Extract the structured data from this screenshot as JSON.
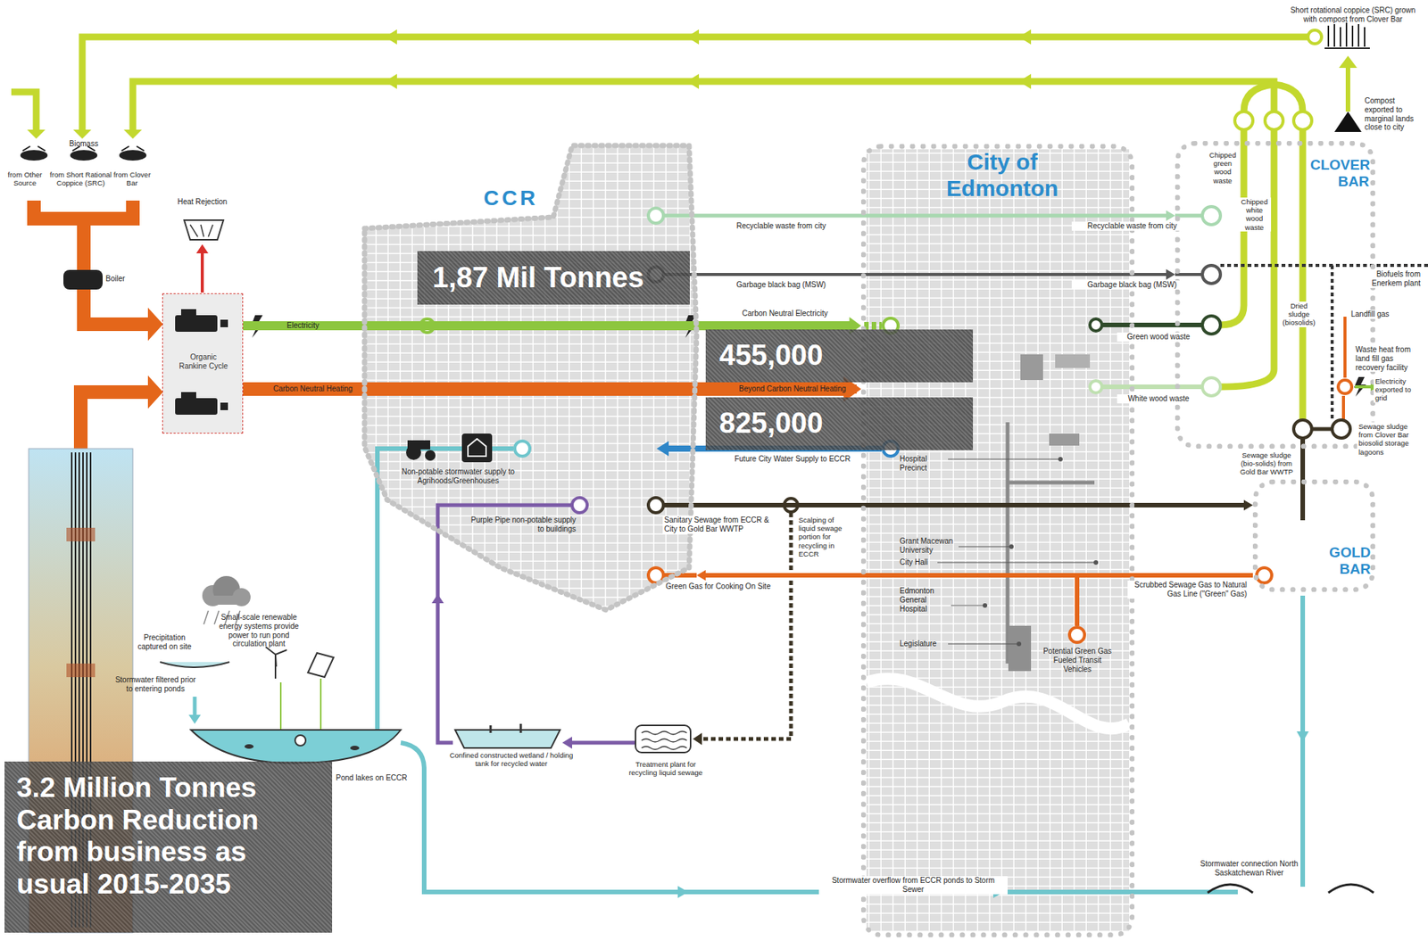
{
  "diagram": {
    "nodes": [
      {
        "text": [
          "CCR"
        ]
      },
      {
        "text": [
          "City of Edmonton"
        ]
      },
      {
        "text": [
          "CLOVER BAR"
        ]
      },
      {
        "text": [
          "GOLD BAR"
        ]
      },
      {
        "text": [
          "Organic Rankine Cycle"
        ]
      },
      {
        "text": [
          "1,87 Mil Tonnes"
        ]
      },
      {
        "text": [
          "455,000"
        ]
      },
      {
        "text": [
          "825,000"
        ]
      },
      {
        "text": [
          "3.2 Million Tonnes Carbon Reduction from business as usual 2015-2035"
        ]
      }
    ],
    "edges": [
      {
        "from": 4,
        "to": 1,
        "arrow": "to"
      },
      {
        "from": 4,
        "to": 1,
        "arrow": "to"
      },
      {
        "from": 0,
        "to": 2,
        "arrow": "to"
      },
      {
        "from": 0,
        "to": 2,
        "arrow": "to"
      },
      {
        "from": 3,
        "to": 0,
        "arrow": "to"
      },
      {
        "from": 0,
        "to": 3,
        "arrow": "to"
      }
    ],
    "labels": [
      "Short rotational coppice (SRC) grown with compost from Clover Bar",
      "Compost exported to marginal lands close to city",
      "Biomass",
      "from Short Rational Coppice (SRC)",
      "from Other Source",
      "from Clover Bar",
      "Heat Rejection",
      "Boiler",
      "Electricity",
      "Carbon Neutral Heating",
      "Recyclable waste from city",
      "Recyclable waste from city",
      "Garbage black bag (MSW)",
      "Garbage black bag (MSW)",
      "Biofuels from Enerkem plant",
      "Carbon Neutral Electricity",
      "Beyond Carbon Neutral Heating",
      "Future City Water Supply to ECCR",
      "Hospital Precinct",
      "Green wood waste",
      "White wood waste",
      "Chipped green wood waste",
      "Chipped white wood waste",
      "Dried sludge (biosolids)",
      "Landfill gas",
      "Waste heat from land fill gas recovery facility",
      "Electricity exported to grid",
      "Sewage sludge from Clover Bar biosolid storage lagoons",
      "Sewage sludge (bio-solids) from Gold Bar WWTP",
      "Non-potable stormwater supply to Agrihoods/Greenhouses",
      "Purple Pipe non-potable supply to buildings",
      "Sanitary Sewage from ECCR & City to Gold Bar WWTP",
      "Scalping of liquid sewage portion for recycling in ECCR",
      "Grant Macewan University",
      "City Hall",
      "Green Gas for Cooking On Site",
      "Scrubbed Sewage Gas to Natural Gas Line (\"Green\" Gas)",
      "Edmonton General Hospital",
      "Legislature",
      "Potential Green Gas Fueled Transit Vehicles",
      "Precipitation captured on site",
      "Small-scale renewable energy systems provide power to run pond circulation plant",
      "Stormwater filtered prior to entering ponds",
      "Pond lakes on ECCR",
      "Confined constructed wetland / holding tank for recycled water",
      "Treatment plant for recycling liquid sewage",
      "Stormwater overflow from ECCR ponds to Storm Sewer",
      "Stormwater connection North Saskatchewan River"
    ]
  }
}
